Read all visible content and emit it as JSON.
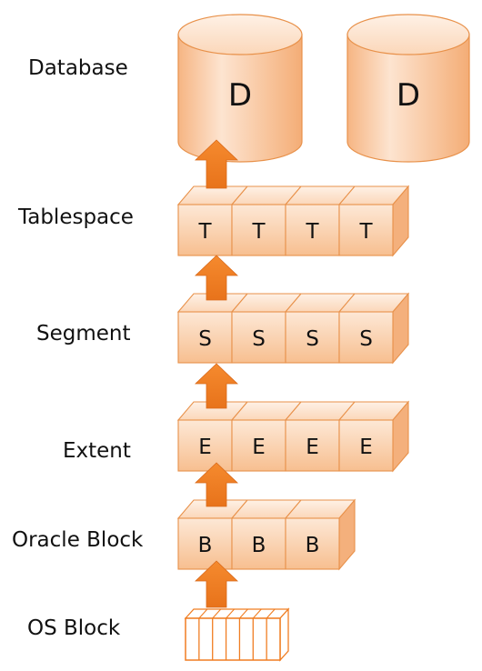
{
  "labels": {
    "database": "Database",
    "tablespace": "Tablespace",
    "segment": "Segment",
    "extent": "Extent",
    "oracle_block": "Oracle Block",
    "os_block": "OS Block"
  },
  "databases": [
    "D",
    "D"
  ],
  "tablespace_cells": [
    "T",
    "T",
    "T",
    "T"
  ],
  "segment_cells": [
    "S",
    "S",
    "S",
    "S"
  ],
  "extent_cells": [
    "E",
    "E",
    "E",
    "E"
  ],
  "oracle_block_cells": [
    "B",
    "B",
    "B"
  ],
  "colors": {
    "fill_light": "#fde2cc",
    "fill_mid": "#f9c59c",
    "fill_dark": "#f2a66a",
    "stroke": "#e8914a",
    "arrow": "#f07d22"
  }
}
